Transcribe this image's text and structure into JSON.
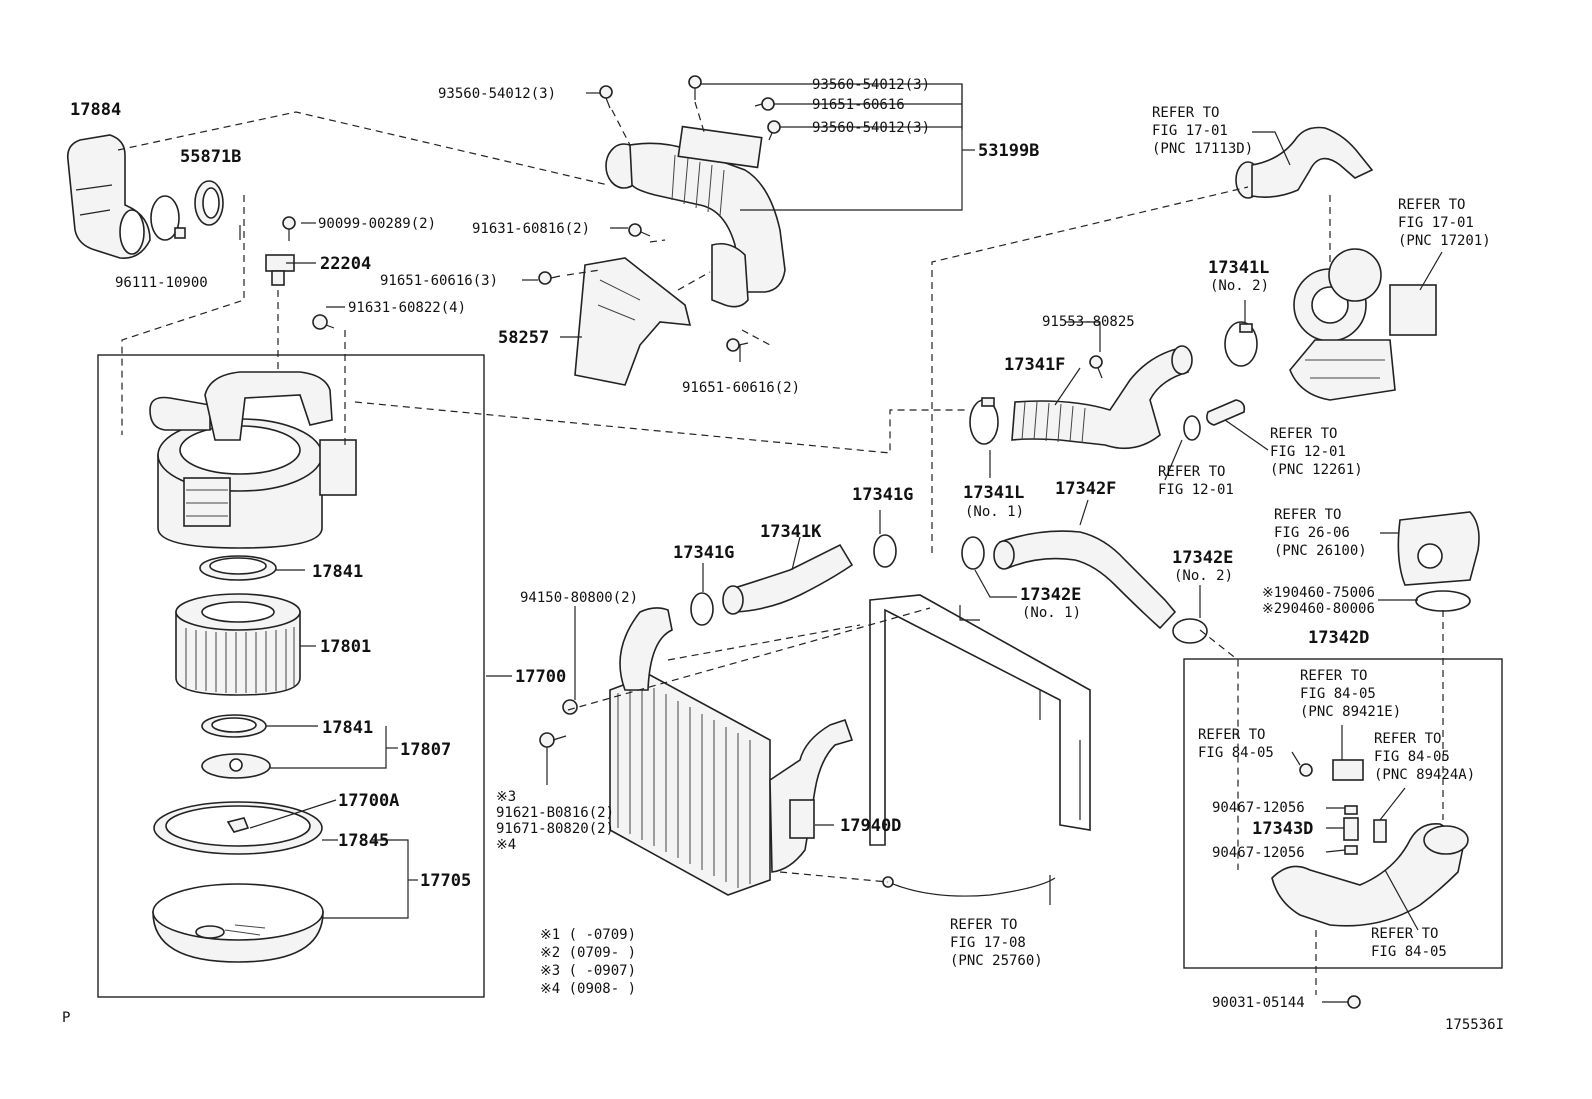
{
  "labels": {
    "p17884": "17884",
    "p55871B": "55871B",
    "p96111": "96111-10900",
    "p90099": "90099-00289(2)",
    "p22204": "22204",
    "p91631_822": "91631-60822(4)",
    "p93560_l": "93560-54012(3)",
    "p93560_r1": "93560-54012(3)",
    "p91651_616": "91651-60616",
    "p93560_r2": "93560-54012(3)",
    "p53199B": "53199B",
    "p91631_816": "91631-60816(2)",
    "p91651_616_3": "91651-60616(3)",
    "p58257": "58257",
    "p91651_616_2": "91651-60616(2)",
    "p17841a": "17841",
    "p17801": "17801",
    "p17700": "17700",
    "p17841b": "17841",
    "p17807": "17807",
    "p17700A": "17700A",
    "p17845": "17845",
    "p17705": "17705",
    "p17341L_top": "17341L",
    "p17341L_top_sub": "(No. 2)",
    "p91553": "91553-80825",
    "p17341F": "17341F",
    "p17341L_mid": "17341L",
    "p17341L_mid_sub": "(No. 1)",
    "p17342F": "17342F",
    "p17341G_a": "17341G",
    "p17341K": "17341K",
    "p17341G_b": "17341G",
    "p17342E_a": "17342E",
    "p17342E_a_sub": "(No. 1)",
    "p17342E_b": "17342E",
    "p17342E_b_sub": "(No. 2)",
    "p94150": "94150-80800(2)",
    "p17940D": "17940D",
    "mark3": "※3",
    "p91621": "91621-B0816(2)",
    "p91671": "91671-80820(2)",
    "mark4": "※4",
    "p190460": "※190460-75006",
    "p290460": "※290460-80006",
    "p17342D": "17342D",
    "p90467a": "90467-12056",
    "p17343D": "17343D",
    "p90467b": "90467-12056",
    "p90031": "90031-05144",
    "note1": "※1 (     -0709)",
    "note2": "※2 (0709-     )",
    "note3": "※3 (     -0907)",
    "note4": "※4 (0908-     )",
    "corner_p": "P",
    "fig_id": "175536I"
  },
  "refs": {
    "r17113D": [
      "REFER TO",
      "FIG 17-01",
      "(PNC 17113D)"
    ],
    "r17201": [
      "REFER TO",
      "FIG 17-01",
      "(PNC 17201)"
    ],
    "r12261": [
      "REFER TO",
      "FIG 12-01",
      "(PNC 12261)"
    ],
    "r1201": [
      "REFER TO",
      "FIG 12-01"
    ],
    "r26100": [
      "REFER TO",
      "FIG 26-06",
      "(PNC 26100)"
    ],
    "r89421E": [
      "REFER TO",
      "FIG 84-05",
      "(PNC 89421E)"
    ],
    "r8405a": [
      "REFER TO",
      "FIG 84-05"
    ],
    "r89424A": [
      "REFER TO",
      "FIG 84-05",
      "(PNC 89424A)"
    ],
    "r8405b": [
      "REFER TO",
      "FIG 84-05"
    ],
    "r25760": [
      "REFER TO",
      "FIG 17-08",
      "(PNC 25760)"
    ]
  }
}
